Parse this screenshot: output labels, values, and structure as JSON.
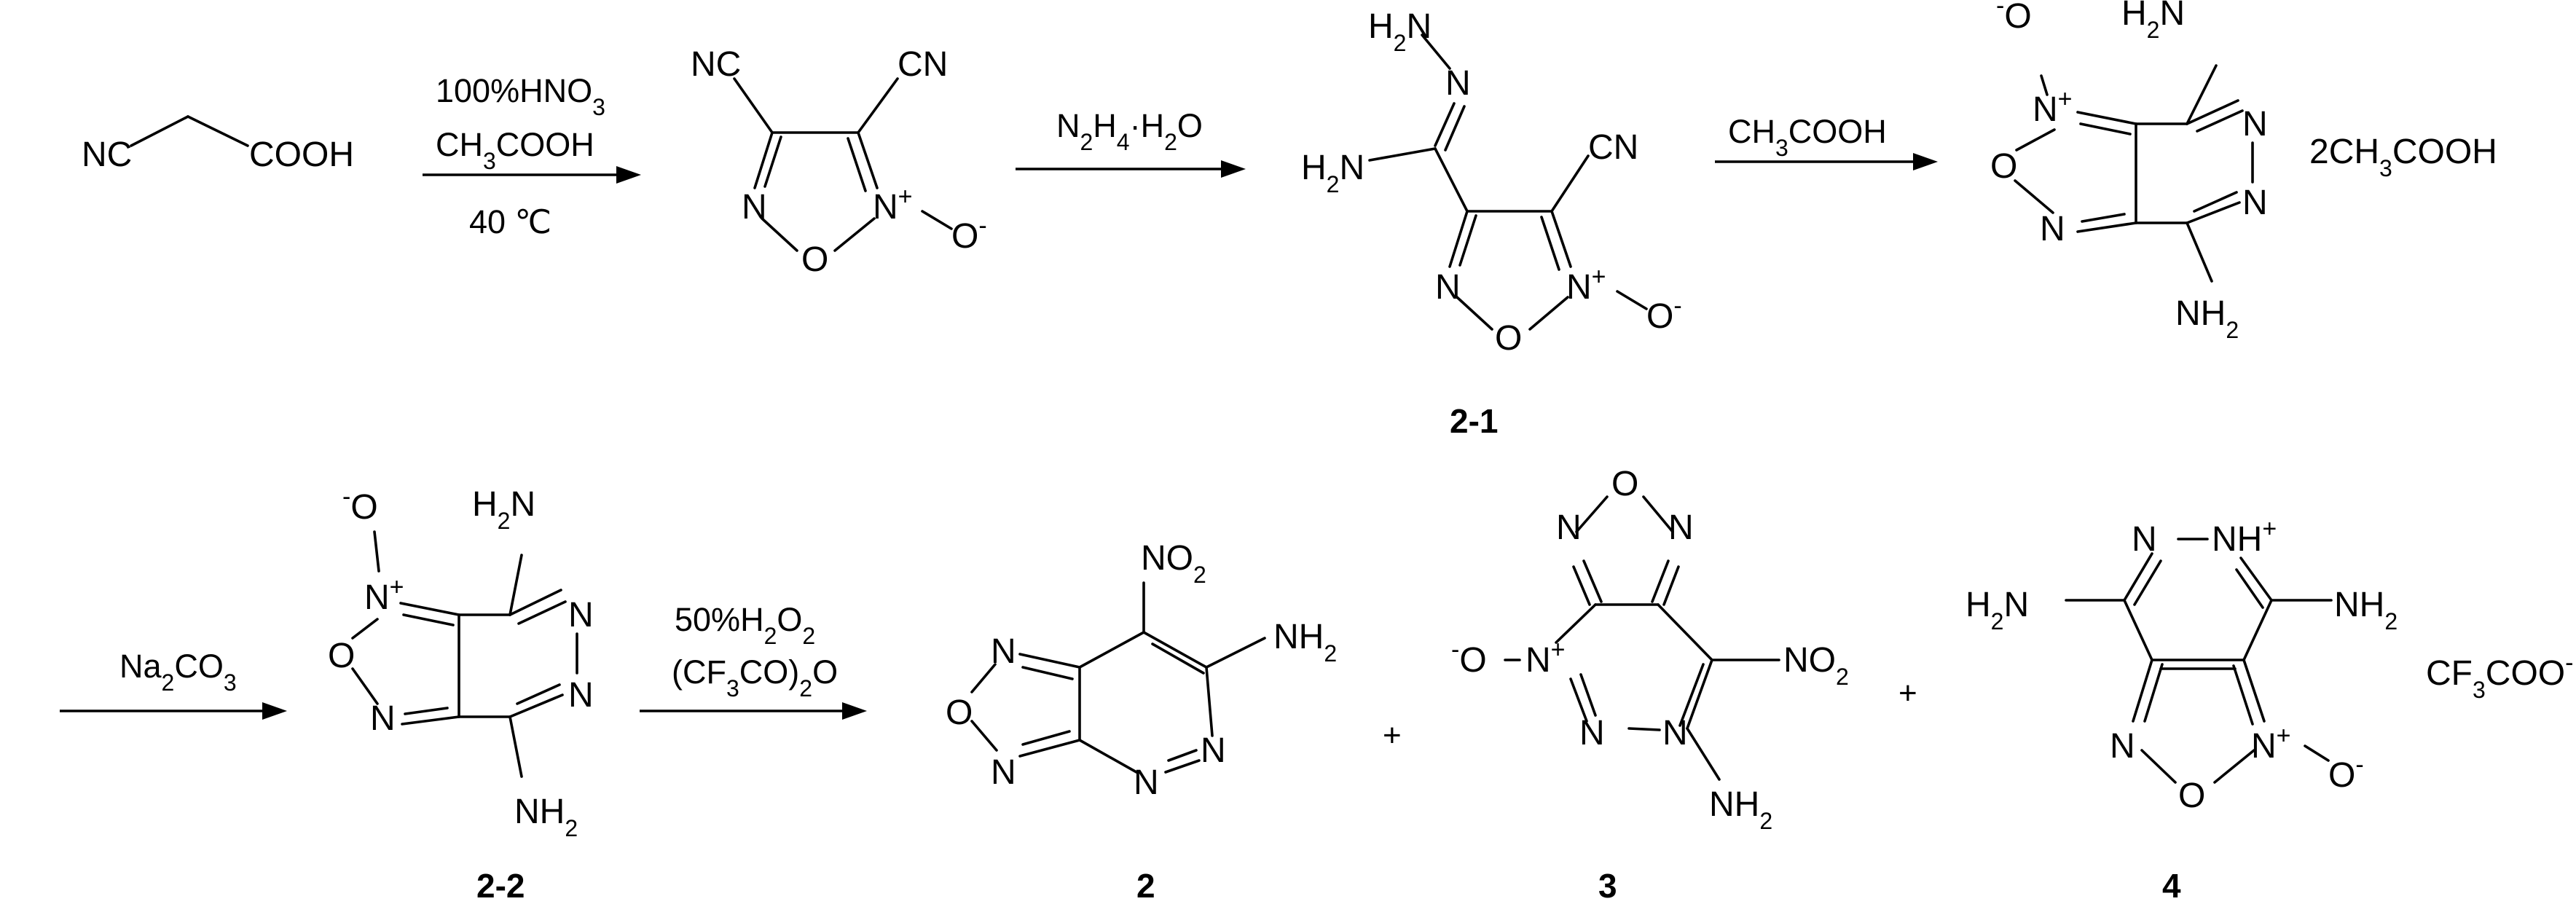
{
  "scheme": {
    "row1": {
      "reactant": {
        "left": "NC",
        "right": "COOH"
      },
      "step1": {
        "line1": "100%HNO3",
        "line2": "CH3COOH",
        "line3": "40 ℃"
      },
      "furoxan1": {
        "cn": "NC",
        "cn2": "CN",
        "n": "N",
        "o": "O",
        "nplus": "N+",
        "ominus": "O-"
      },
      "step2": {
        "reagent": "N2H4·H2O"
      },
      "c21": {
        "h2n": "H2N",
        "nn": "N",
        "nh2": "H2N",
        "cn": "CN",
        "n": "N",
        "o": "O",
        "nplus": "N+",
        "ominus": "O-",
        "label": "2-1"
      },
      "step3": {
        "reagent": "CH3COOH"
      },
      "salt": {
        "ominus": "O",
        "nplus": "N+",
        "o": "O",
        "n": "N",
        "nh2top": "H2N",
        "n1": "N",
        "n2": "N",
        "nh2bot": "NH2",
        "counter": "2CH3COOH"
      }
    },
    "row2": {
      "step4": {
        "reagent": "Na2CO3"
      },
      "c22": {
        "ominus": "O",
        "nplus": "N+",
        "nh2top": "H2N",
        "n1": "N",
        "n2": "N",
        "o": "O",
        "n": "N",
        "nh2bot": "NH2",
        "label": "2-2"
      },
      "step5": {
        "line1": "50%H2O2",
        "line2": "(CF3CO)2O"
      },
      "c2": {
        "no2": "NO2",
        "nh2": "NH2",
        "n1": "N",
        "o": "O",
        "n2": "N",
        "n3": "N",
        "n4": "N",
        "label": "2"
      },
      "plus1": "+",
      "c3": {
        "o": "O",
        "n1": "N",
        "n2": "N",
        "ominus": "O",
        "nplus": "N+",
        "no2": "NO2",
        "n3": "N",
        "nh2": "NH2",
        "label": "3"
      },
      "plus2": "+",
      "c4": {
        "n": "N",
        "nh": "NH+",
        "h2n": "H2N",
        "nh2": "NH2",
        "n1": "N",
        "nplus": "N+",
        "ominus": "O-",
        "o": "O",
        "counter": "CF3COO-",
        "label": "4"
      }
    }
  }
}
